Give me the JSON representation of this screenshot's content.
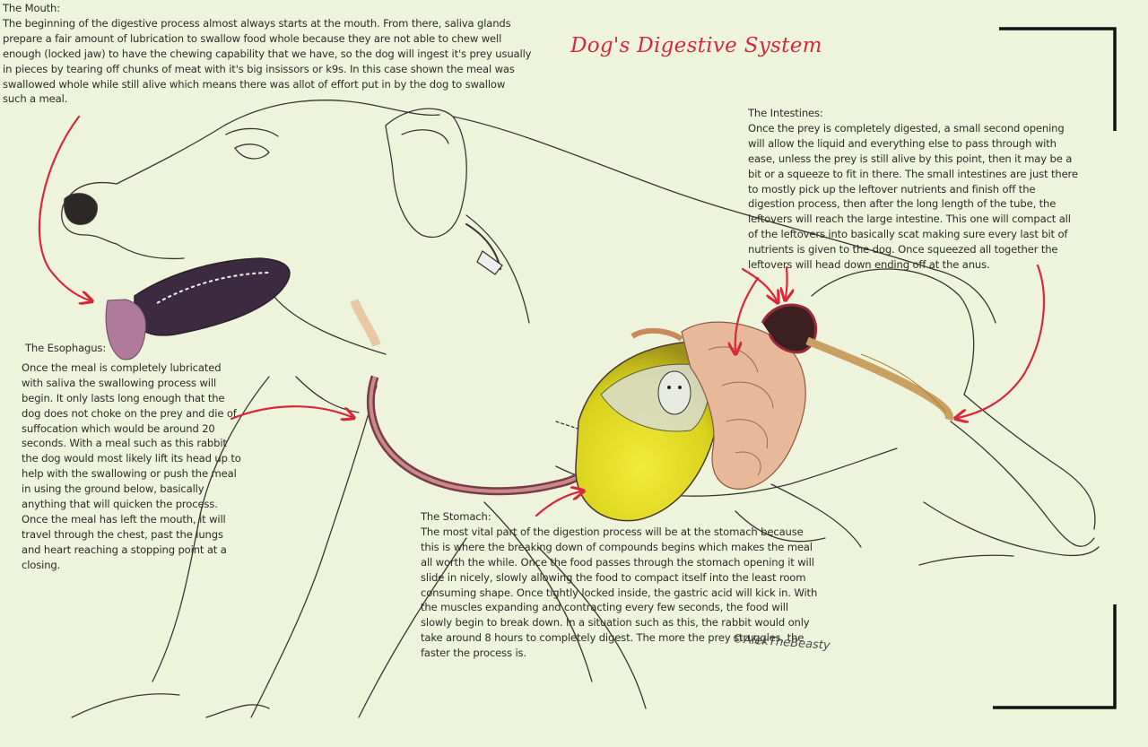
{
  "title": "Dog's Digestive System",
  "credit": "©AlekTheBeasty",
  "colors": {
    "background": "#eef4dc",
    "accent_red": "#d8283a",
    "stomach_yellow": "#e3e02a",
    "intestine_pink": "#e8b89a",
    "line": "#3a3530"
  },
  "sections": {
    "mouth": {
      "heading": "The Mouth:",
      "text": "The beginning of the digestive process almost always starts at the mouth. From there, saliva glands prepare a fair amount of lubrication to swallow food whole because they are not able to chew well enough (locked jaw) to have the chewing capability that we have, so the dog will ingest it's prey usually in pieces by tearing off chunks of meat with it's big insissors or k9s. In this case shown the meal was swallowed whole while still alive which means there was allot of effort put in by the dog to swallow such a meal."
    },
    "esophagus": {
      "heading": "The Esophagus:",
      "text": "Once the meal is completely lubricated with saliva the swallowing process will begin. It only lasts long enough that the dog does not choke on the prey and die of suffocation which would be around 20 seconds. With a meal such as this rabbit the dog would most likely lift its head up to help with the swallowing or push the meal in using the ground below, basically anything that will quicken the process. Once the meal has left the mouth, it will travel through the chest, past the lungs and heart reaching a stopping point at a closing."
    },
    "intestines": {
      "heading": "The Intestines:",
      "text": "Once the prey is completely digested, a small second opening will allow the liquid and everything else to pass through with ease, unless the prey is still alive by this point, then it may be a bit or a squeeze to fit in there. The small intestines are just there to mostly pick up the leftover nutrients and finish off the  digestion process, then after the long length of the tube, the leftovers will reach the large intestine. This one will compact all of the leftovers into basically scat making sure every last bit of nutrients is given to the dog. Once squeezed all together the leftovers will head down ending off at the anus."
    },
    "stomach": {
      "heading": "The Stomach:",
      "text": "The most vital part of the digestion process will be at the stomach because this is where the breaking down of compounds begins which makes the meal all worth the while. Once the food passes through the stomach opening it will slide in nicely, slowly allowing the food to compact itself into the least room consuming shape. Once tightly locked inside, the gastric acid will kick in. With the muscles expanding and contracting every few seconds, the food will slowly begin to break down. In a situation such as this, the rabbit would only take around 8 hours to completely digest. The more the prey struggles, the faster the process is."
    }
  }
}
